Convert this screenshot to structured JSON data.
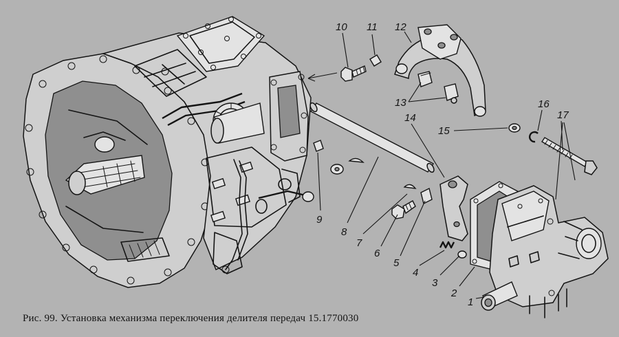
{
  "caption": "Рис. 99. Установка механизма переключения делителя передач 15.1770030",
  "callouts": {
    "n1": "1",
    "n2": "2",
    "n3": "3",
    "n4": "4",
    "n5": "5",
    "n6": "6",
    "n7": "7",
    "n8": "8",
    "n9": "9",
    "n10": "10",
    "n11": "11",
    "n12": "12",
    "n13": "13",
    "n14": "14",
    "n15": "15",
    "n16": "16",
    "n17": "17"
  }
}
